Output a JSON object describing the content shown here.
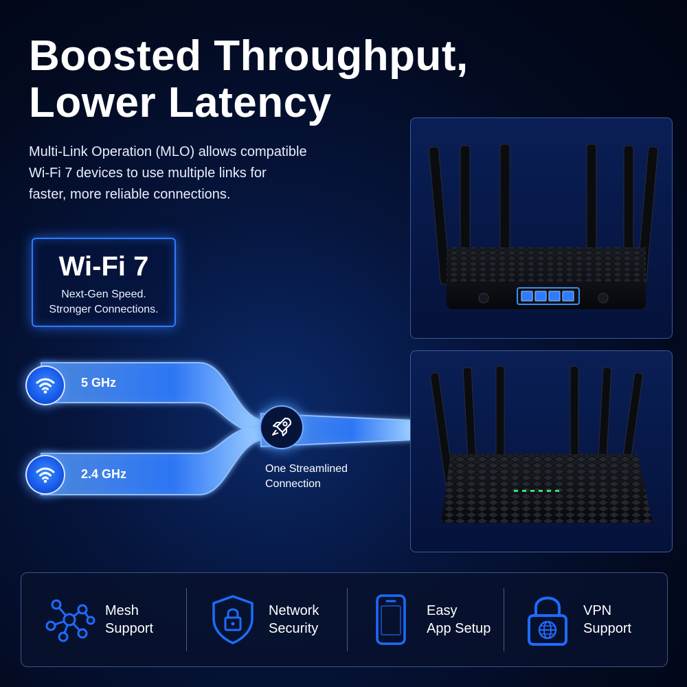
{
  "headline": {
    "line1": "Boosted Throughput,",
    "line2": "Lower Latency"
  },
  "description": {
    "line1": "Multi-Link Operation (MLO) allows compatible",
    "line2": "Wi-Fi 7 devices to use multiple links for",
    "line3": "faster, more reliable connections."
  },
  "badge": {
    "title": "Wi-Fi 7",
    "line1": "Next-Gen Speed.",
    "line2": "Stronger Connections."
  },
  "bands": [
    {
      "label": "5 GHz",
      "icon": "wifi-icon"
    },
    {
      "label": "2.4 GHz",
      "icon": "wifi-icon"
    }
  ],
  "merge": {
    "icon": "rocket-icon",
    "line1": "One Streamlined",
    "line2": "Connection"
  },
  "features": [
    {
      "line1": "Mesh",
      "line2": "Support",
      "icon": "mesh-icon"
    },
    {
      "line1": "Network",
      "line2": "Security",
      "icon": "shield-lock-icon"
    },
    {
      "line1": "Easy",
      "line2": "App Setup",
      "icon": "smartphone-icon"
    },
    {
      "line1": "VPN",
      "line2": "Support",
      "icon": "lock-globe-icon"
    }
  ],
  "colors": {
    "accent": "#2f7bff",
    "background": "#030a1f",
    "icon_blue": "#1e6bff"
  }
}
